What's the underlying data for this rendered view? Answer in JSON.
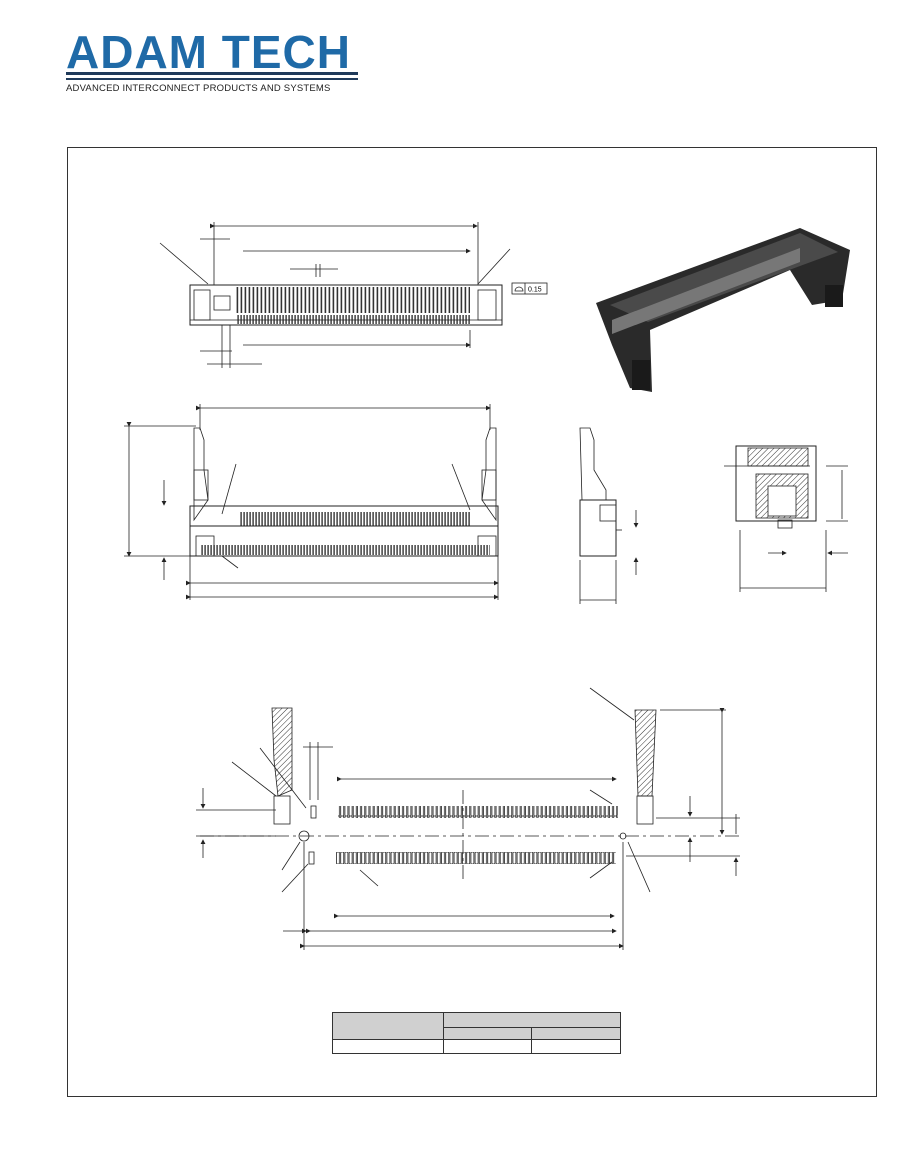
{
  "header": {
    "brand": "ADAM TECH",
    "tagline": "ADVANCED INTERCONNECT PRODUCTS AND SYSTEMS"
  },
  "drawing": {
    "gdt_tolerance": "0.15",
    "photo": "connector-photo"
  },
  "table": {
    "header_left": "",
    "header_group": "",
    "sub_headers": [
      "",
      ""
    ],
    "rows": [
      [
        "",
        "",
        ""
      ]
    ]
  }
}
